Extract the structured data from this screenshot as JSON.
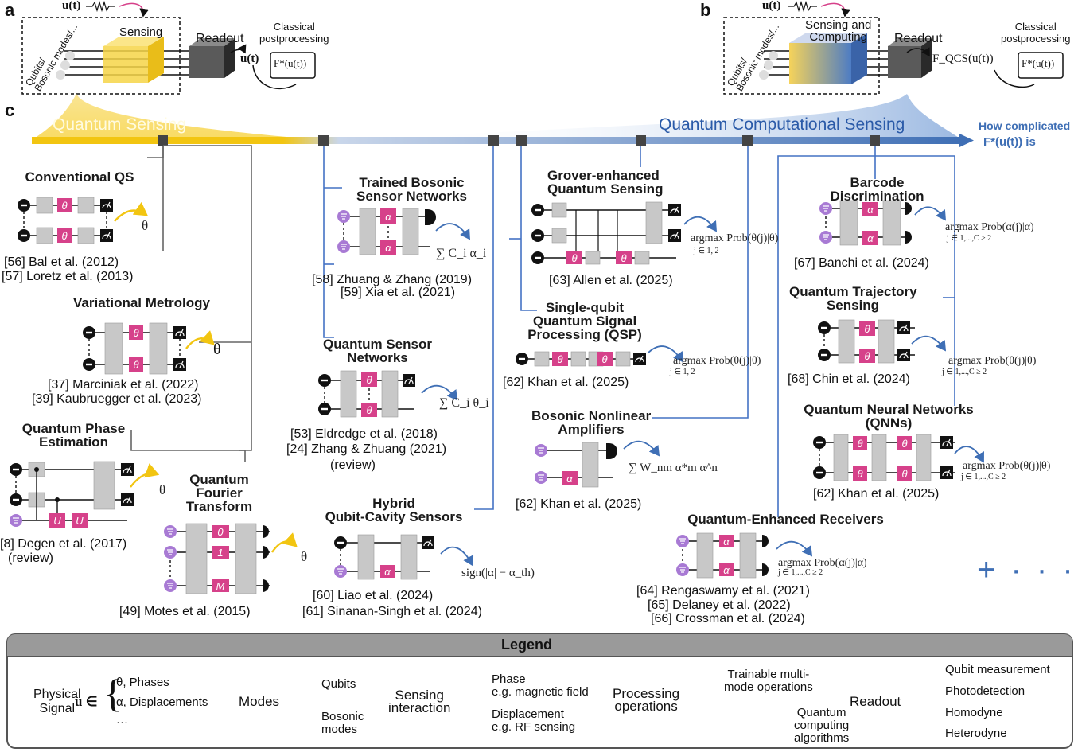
{
  "panels": {
    "a": {
      "label": "a",
      "signal": "u(t)",
      "sensing": "Sensing",
      "qubits_label": "Qubits/\nBosonic modes/...",
      "readout": "Readout",
      "readout_out": "u(t)",
      "postprocessing": "Classical\npostprocessing",
      "screen": "F*(u(t))"
    },
    "b": {
      "label": "b",
      "signal": "u(t)",
      "sensing": "Sensing and\nComputing",
      "qubits_label": "Qubits/\nBosonic modes/...",
      "readout": "Readout",
      "readout_out": "F_QCS(u(t))",
      "postprocessing": "Classical\npostprocessing",
      "screen": "F*(u(t))"
    },
    "c": {
      "label": "c"
    }
  },
  "timeline": {
    "left_label": "Quantum Sensing",
    "right_label": "Quantum Computational Sensing",
    "axis_label_1": "How complicated",
    "axis_label_2": "F*(u(t)) is"
  },
  "entries": [
    {
      "id": "conventional-qs",
      "title": "Conventional QS",
      "output": "θ",
      "refs": [
        "[56] Bal et al. (2012)",
        "[57] Loretz et al. (2013)"
      ]
    },
    {
      "id": "variational-metrology",
      "title": "Variational Metrology",
      "output": "θ",
      "refs": [
        "[37] Marciniak et al. (2022)",
        "[39] Kaubruegger et al. (2023)"
      ]
    },
    {
      "id": "qpe",
      "title": "Quantum Phase\nEstimation",
      "output": "θ",
      "refs": [
        "[8] Degen et al. (2017)",
        "(review)"
      ]
    },
    {
      "id": "qft",
      "title": "Quantum\nFourier\nTransform",
      "output": "θ",
      "refs": [
        "[49] Motes et al. (2015)"
      ]
    },
    {
      "id": "trained-bosonic",
      "title": "Trained Bosonic\nSensor Networks",
      "output": "∑ C_i α_i",
      "refs": [
        "[58] Zhuang & Zhang (2019)",
        "[59] Xia et al. (2021)"
      ]
    },
    {
      "id": "qsn",
      "title": "Quantum Sensor\nNetworks",
      "output": "∑ C_i θ_i",
      "refs": [
        "[53] Eldredge et al. (2018)",
        "[24] Zhang & Zhuang (2021)",
        "(review)"
      ]
    },
    {
      "id": "hybrid",
      "title": "Hybrid\nQubit-Cavity Sensors",
      "output": "sign(|α| − α_th)",
      "refs": [
        "[60] Liao et al. (2024)",
        "[61] Sinanan-Singh et al. (2024)"
      ]
    },
    {
      "id": "grover",
      "title": "Grover-enhanced\nQuantum Sensing",
      "output": "argmax Prob(θ(j)|θ)",
      "sub": "j ∈ 1, 2",
      "refs": [
        "[63] Allen et al. (2025)"
      ]
    },
    {
      "id": "qsp",
      "title": "Single-qubit\nQuantum Signal\nProcessing (QSP)",
      "output": "argmax Prob(θ(j)|θ)",
      "sub": "j ∈ 1, 2",
      "refs": [
        "[62] Khan et al. (2025)"
      ]
    },
    {
      "id": "bna",
      "title": "Bosonic Nonlinear\nAmplifiers",
      "output": "∑ W_nm α*m α^n",
      "refs": [
        "[62] Khan et al. (2025)"
      ]
    },
    {
      "id": "qer",
      "title": "Quantum-Enhanced Receivers",
      "output": "argmax Prob(α(j)|α)",
      "sub": "j ∈ 1,...,C ≥ 2",
      "refs": [
        "[64] Rengaswamy et al. (2021)",
        "[65] Delaney et al. (2022)",
        "[66] Crossman et al. (2024)"
      ]
    },
    {
      "id": "barcode",
      "title": "Barcode\nDiscrimination",
      "output": "argmax Prob(α(j)|α)",
      "sub": "j ∈ 1,...,C ≥ 2",
      "refs": [
        "[67] Banchi et al. (2024)"
      ]
    },
    {
      "id": "qts",
      "title": "Quantum Trajectory\nSensing",
      "output": "argmax Prob(θ(j)|θ)",
      "sub": "j ∈ 1,...,C ≥ 2",
      "refs": [
        "[68] Chin et al. (2024)"
      ]
    },
    {
      "id": "qnn",
      "title": "Quantum Neural Networks\n(QNNs)",
      "output": "argmax Prob(θ(j)|θ)",
      "sub": "j ∈ 1,...,C ≥ 2",
      "refs": [
        "[62] Khan et al. (2025)"
      ]
    }
  ],
  "more": "+ · · ·",
  "legend": {
    "title": "Legend",
    "physical_signal": "Physical\nSignal",
    "signal_items": [
      "θ,  Phases",
      "α,  Displacements",
      "···"
    ],
    "modes": "Modes",
    "qubits": "Qubits",
    "bosonic": "Bosonic\nmodes",
    "sensing_interaction": "Sensing\ninteraction",
    "phase": "Phase\ne.g. magnetic field",
    "displacement": "Displacement\ne.g. RF sensing",
    "processing": "Processing\noperations",
    "trainable": "Trainable multi-\nmode operations",
    "qc_algorithms": "Quantum\ncomputing\nalgorithms",
    "readout": "Readout",
    "qubit_measurement": "Qubit measurement",
    "photodetection": "Photodetection",
    "homodyne": "Homodyne",
    "heterodyne": "Heterodyne"
  },
  "colors": {
    "yellow": "#f2c511",
    "blue": "#3f6fb5",
    "gray": "#c8c8c8",
    "pink": "#d6418a",
    "purple": "#a87ad4",
    "dark": "#333333"
  }
}
